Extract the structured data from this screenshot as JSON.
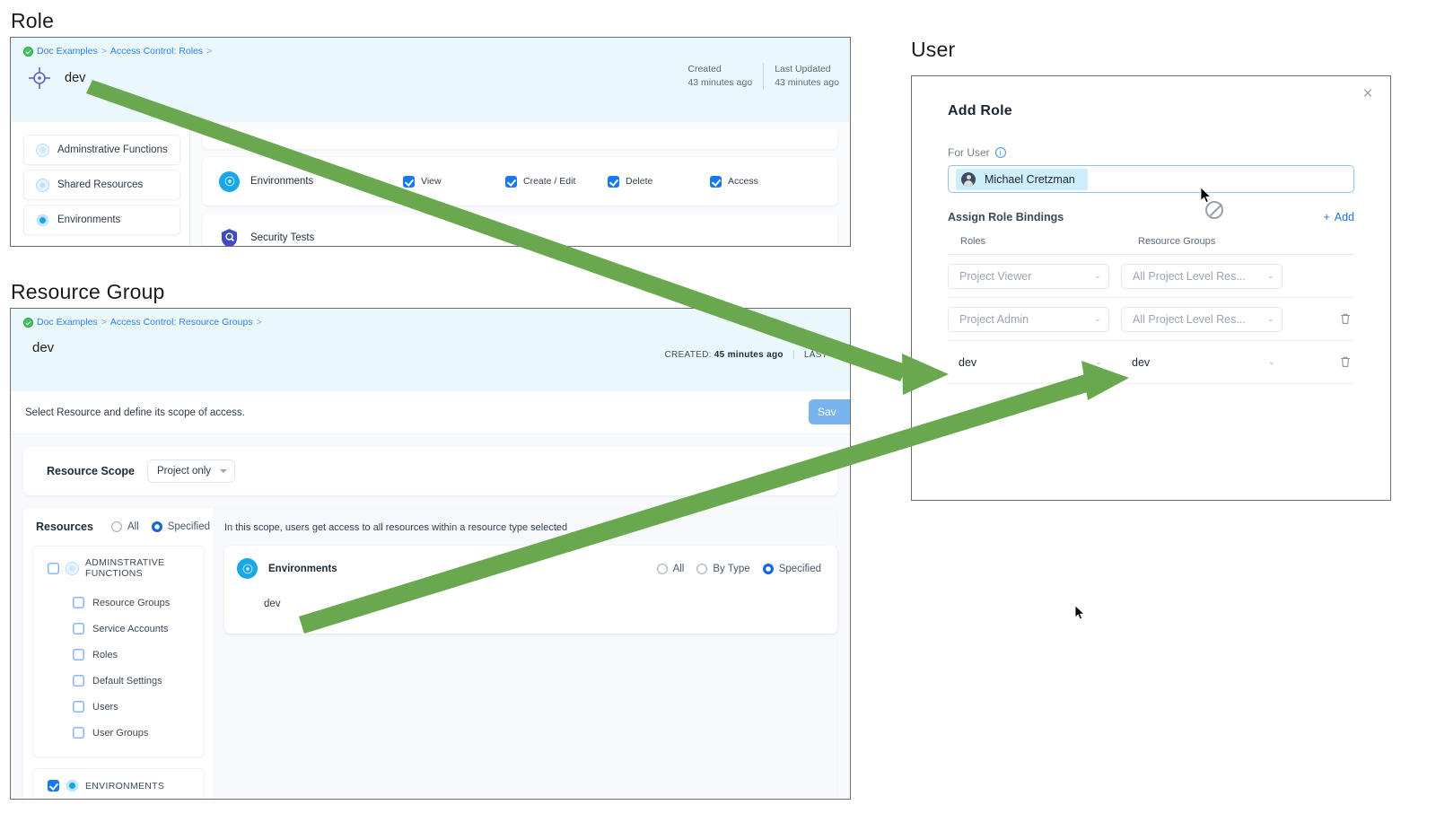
{
  "captions": {
    "role": "Role",
    "resource_group": "Resource Group",
    "user": "User"
  },
  "role_panel": {
    "breadcrumb": {
      "item1": "Doc Examples",
      "sep1": ">",
      "item2": "Access Control: Roles",
      "sep2": ">"
    },
    "title": "dev",
    "meta": {
      "created_label": "Created",
      "created_value": "43 minutes ago",
      "updated_label": "Last Updated",
      "updated_value": "43 minutes ago"
    },
    "sidebar": [
      {
        "label": "Adminstrative Functions"
      },
      {
        "label": "Shared Resources"
      },
      {
        "label": "Environments"
      }
    ],
    "permissions": [
      {
        "name": "Environments",
        "checks": [
          {
            "label": "View",
            "checked": true
          },
          {
            "label": "Create / Edit",
            "checked": true
          },
          {
            "label": "Delete",
            "checked": true
          },
          {
            "label": "Access",
            "checked": true
          }
        ]
      },
      {
        "name": "Security Tests",
        "checks": []
      }
    ]
  },
  "rg_panel": {
    "breadcrumb": {
      "item1": "Doc Examples",
      "sep1": ">",
      "item2": "Access Control: Resource Groups",
      "sep2": ">"
    },
    "title": "dev",
    "meta": {
      "created_label": "CREATED:",
      "created_value": "45 minutes ago",
      "updated_label": "LAST UPD"
    },
    "subbar_text": "Select Resource and define its scope of access.",
    "save_label": "Sav",
    "scope": {
      "label": "Resource Scope",
      "value": "Project only"
    },
    "resources": {
      "title": "Resources",
      "radio_all": "All",
      "radio_specified": "Specified",
      "selected": "Specified",
      "groups": [
        {
          "label": "ADMINSTRATIVE FUNCTIONS",
          "checked": false,
          "items": [
            "Resource Groups",
            "Service Accounts",
            "Roles",
            "Default Settings",
            "Users",
            "User Groups"
          ]
        },
        {
          "label": "ENVIRONMENTS",
          "checked": true,
          "items": []
        }
      ]
    },
    "scope_panel": {
      "note": "In this scope, users get access to all resources within a resource type selected",
      "env_name": "Environments",
      "radio_all": "All",
      "radio_bytype": "By Type",
      "radio_specified": "Specified",
      "selected": "Specified",
      "value": "dev"
    }
  },
  "dialog": {
    "title": "Add Role",
    "close_label": "×",
    "for_user_label": "For User",
    "user_chip": "Michael Cretzman",
    "bindings_title": "Assign Role Bindings",
    "add_label": "Add",
    "add_plus": "+",
    "columns": {
      "roles": "Roles",
      "resource_groups": "Resource Groups"
    },
    "rows": [
      {
        "role": "Project Viewer",
        "resource_group": "All Project Level Res...",
        "deletable": false,
        "highlighted": false
      },
      {
        "role": "Project Admin",
        "resource_group": "All Project Level Res...",
        "deletable": true,
        "highlighted": false
      },
      {
        "role": "dev",
        "resource_group": "dev",
        "deletable": true,
        "highlighted": true
      }
    ]
  },
  "colors": {
    "arrow_green": "#6aa84f",
    "link_blue": "#2d7ff9",
    "accent_blue": "#1877f2",
    "header_band": "#eaf8fb"
  }
}
